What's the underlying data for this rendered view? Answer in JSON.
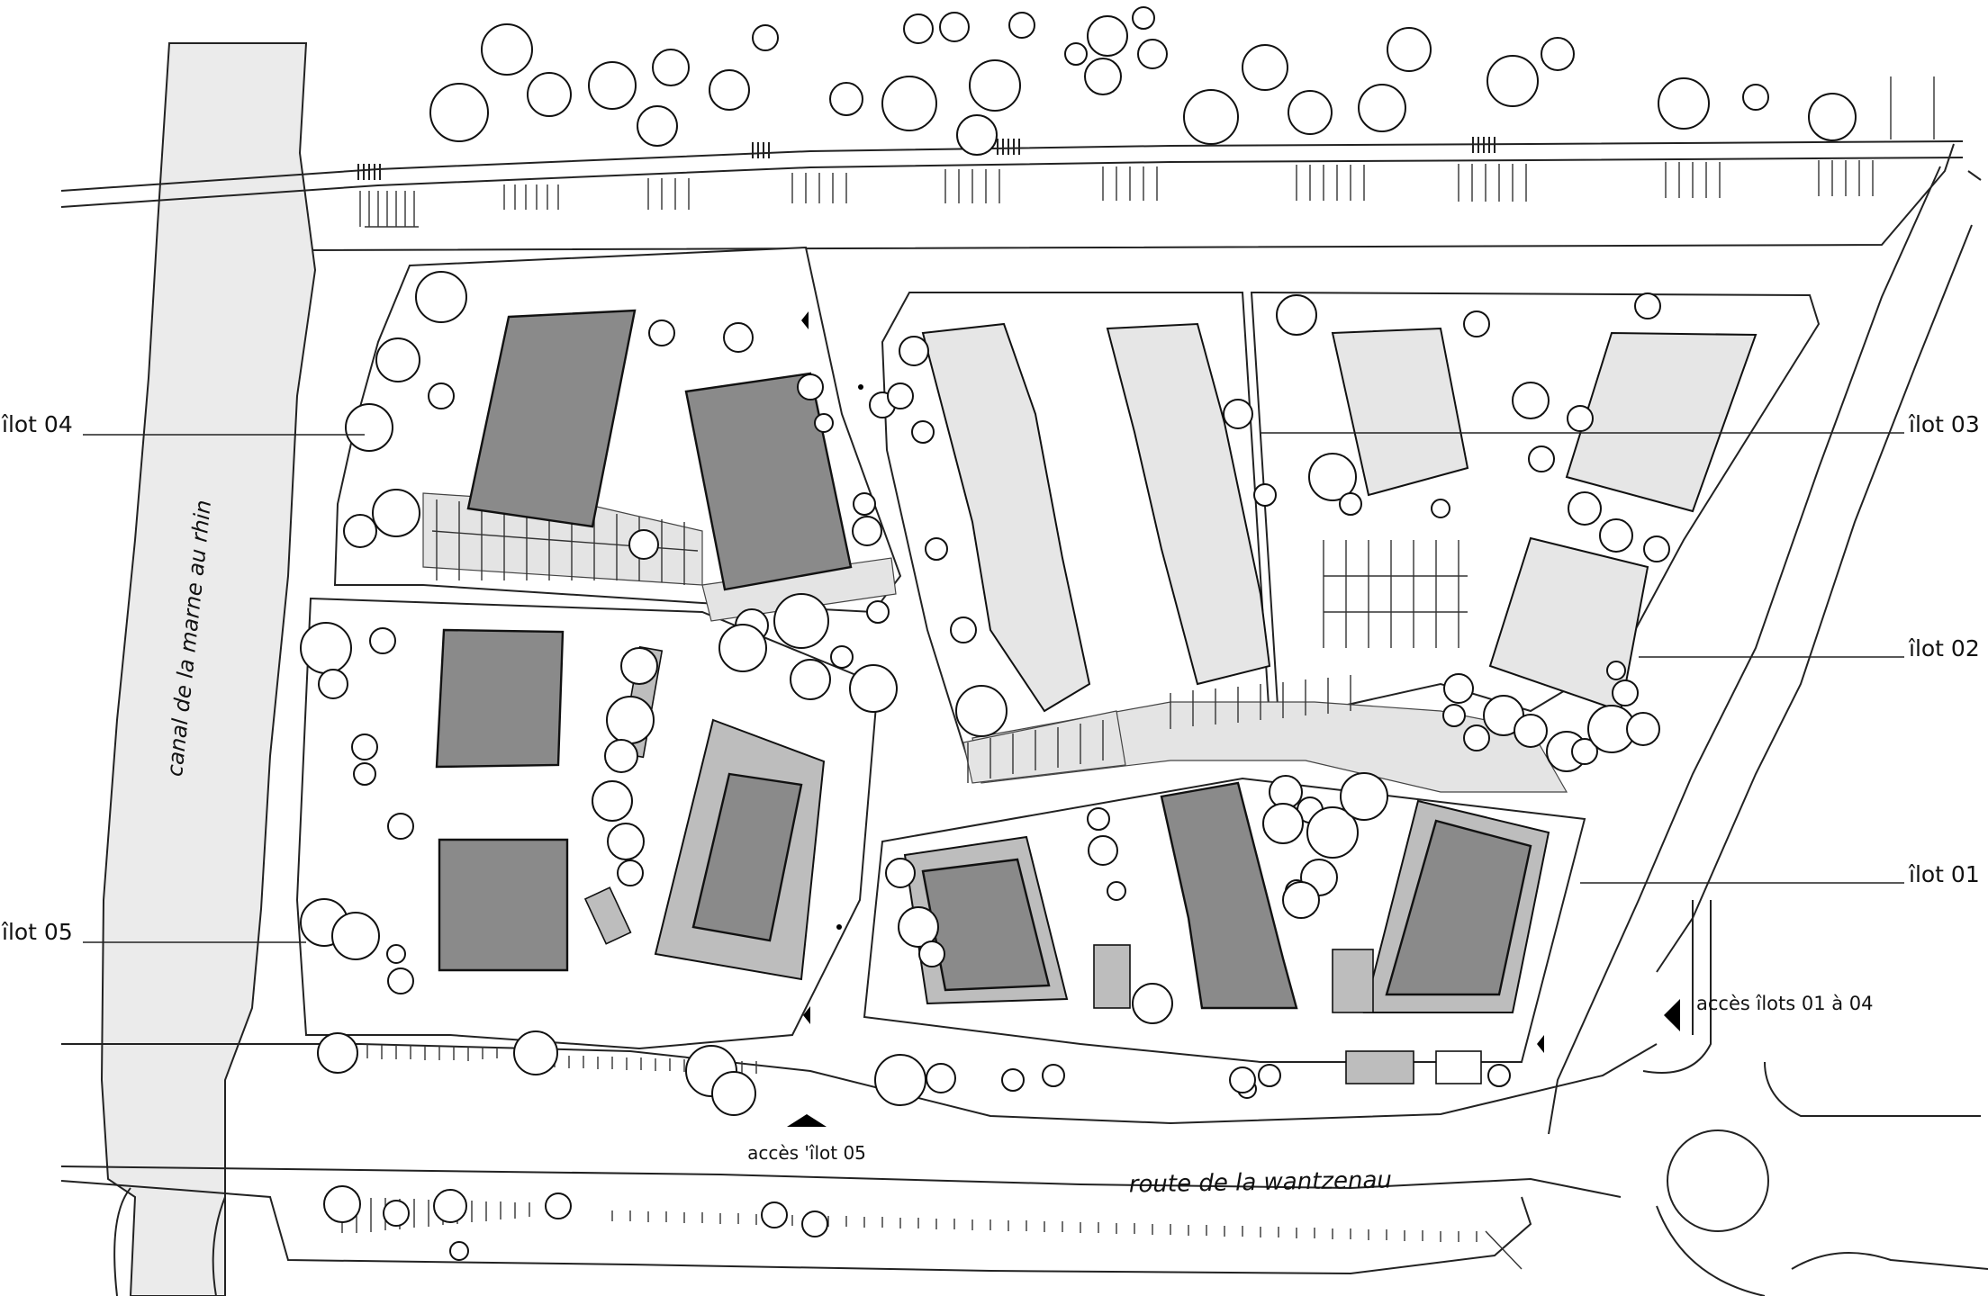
{
  "labels": {
    "canal": "canal de la marne au rhin",
    "road": "route de la wantzenau",
    "ilot01": "îlot 01",
    "ilot02": "îlot 02",
    "ilot03": "îlot 03",
    "ilot04": "îlot 04",
    "ilot05": "îlot 05",
    "access_main": "accès îlots 01 à 04",
    "access_05": "accès 'îlot 05"
  },
  "colors": {
    "building_dark": "#8a8a8a",
    "building_mid": "#bdbdbd",
    "building_light": "#e6e6e6",
    "canal": "#ebebeb"
  },
  "icons": {
    "access_marker": "triangle-arrow",
    "tree": "circle"
  }
}
